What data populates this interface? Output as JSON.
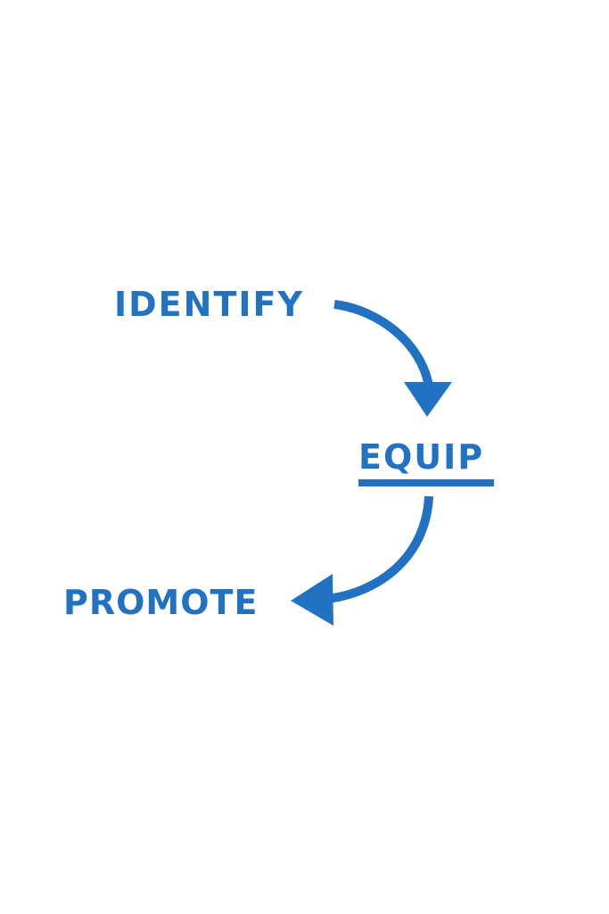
{
  "steps": [
    {
      "id": "identify",
      "label": "IDENTIFY"
    },
    {
      "id": "equip",
      "label": "EQUIP"
    },
    {
      "id": "promote",
      "label": "PROMOTE"
    }
  ],
  "connections": [
    {
      "from": "identify",
      "to": "equip"
    },
    {
      "from": "equip",
      "to": "promote"
    }
  ],
  "colors": {
    "accent": "#2272C3",
    "background": "#FFFFFF"
  }
}
